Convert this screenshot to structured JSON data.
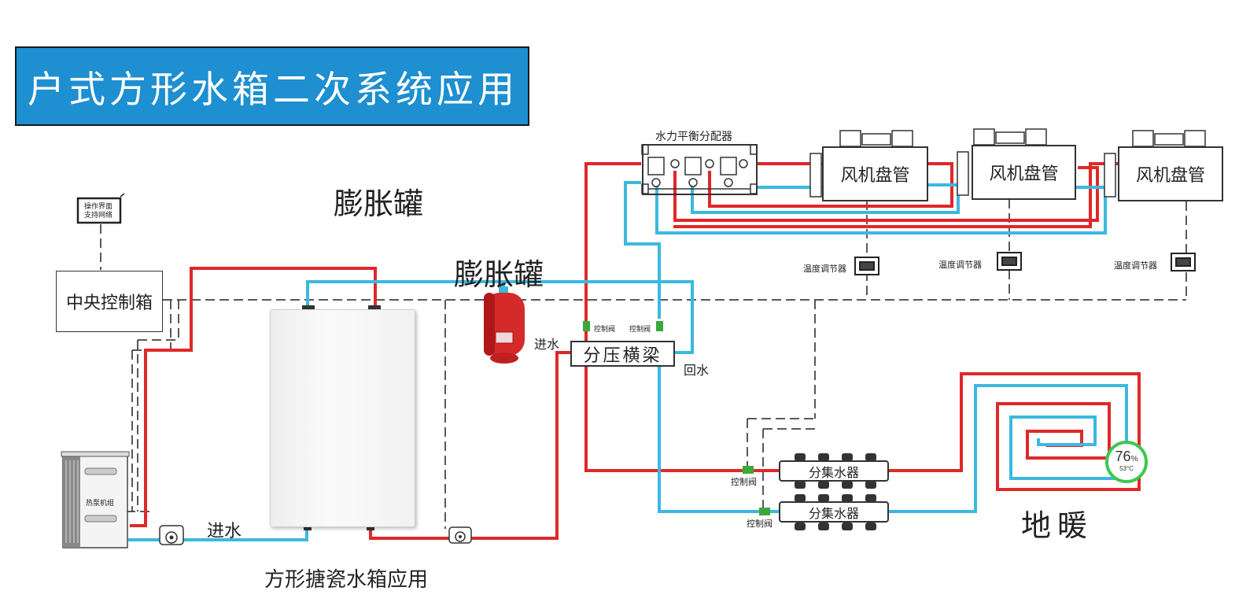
{
  "title": "户式方形水箱二次系统应用",
  "labels": {
    "expansion_tank_upper": "膨胀罐",
    "expansion_tank_lower": "膨胀罐",
    "central_control": "中央控制箱",
    "ui_panel_line1": "操作界面",
    "ui_panel_line2": "支持网络",
    "heat_pump": "热泵机组",
    "inlet_left": "进水",
    "tank_caption": "方形搪瓷水箱应用",
    "inlet_right": "进水",
    "return_water": "回水",
    "beam": "分压横梁",
    "valve_1": "控制阀",
    "valve_2": "控制阀",
    "valve_3": "控制阀",
    "valve_4": "控制阀",
    "distributor": "水力平衡分配器",
    "fan_coil_1": "风机盘管",
    "fan_coil_2": "风机盘管",
    "fan_coil_3": "风机盘管",
    "thermostat_1": "温度调节器",
    "thermostat_2": "温度调节器",
    "thermostat_3": "温度调节器",
    "manifold_1": "分集水器",
    "manifold_2": "分集水器",
    "floor_heating": "地暖"
  },
  "badge": {
    "value": "76",
    "unit": "%",
    "temp": "53°C"
  },
  "colors": {
    "hot_pipe": "#e02828",
    "cold_pipe": "#3cb8e0",
    "title_bg": "#1e8fd0",
    "badge_ring": "#3cc850",
    "tank_red": "#d42a2a"
  }
}
